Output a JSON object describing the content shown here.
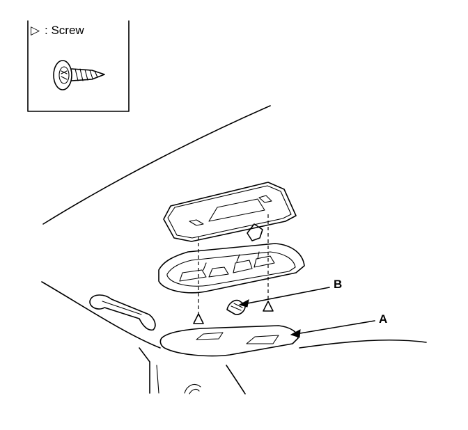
{
  "legend": {
    "symbol": "▷",
    "text": ": Screw",
    "icon": "screw-icon"
  },
  "callouts": {
    "a": "A",
    "b": "B"
  },
  "icons": {
    "screw_marker": "open-triangle-icon",
    "arrow": "arrow-icon"
  }
}
